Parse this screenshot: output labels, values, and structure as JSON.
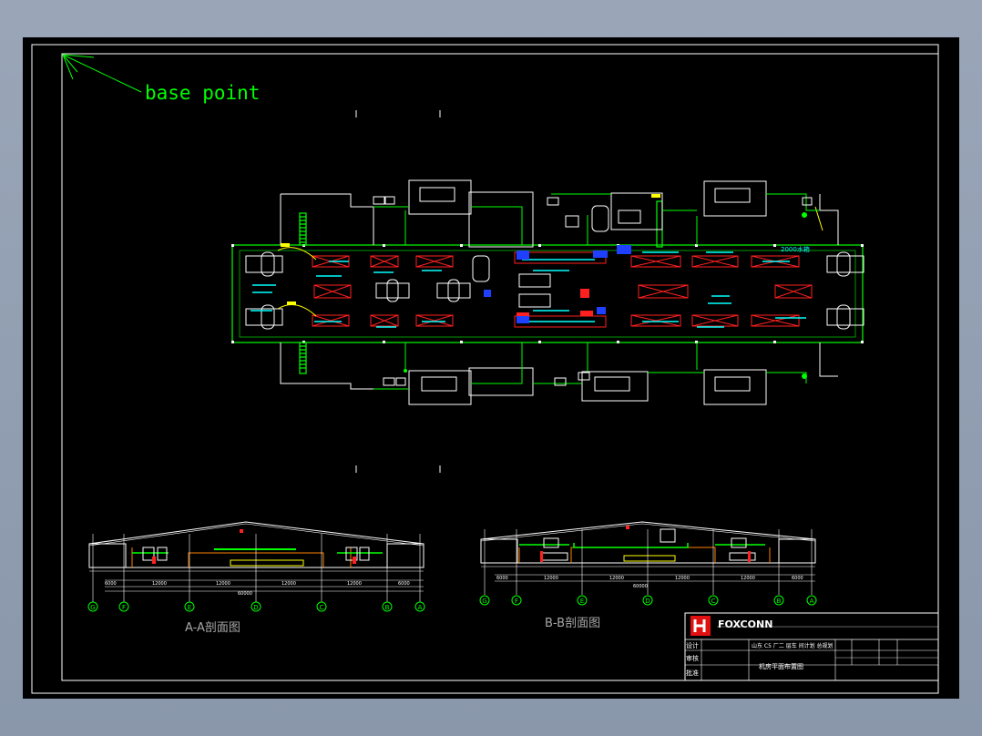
{
  "drawing": {
    "base_point_label": "base point",
    "section_aa_title": "A-A剖面图",
    "section_bb_title": "B-B剖面图",
    "aa_dims": [
      "6000",
      "12000",
      "12000",
      "12000",
      "12000",
      "6000"
    ],
    "aa_total": "60000",
    "bb_dims": [
      "6000",
      "12000",
      "12000",
      "12000",
      "12000",
      "6000"
    ],
    "bb_total": "60000",
    "axis_labels": [
      "G",
      "F",
      "E",
      "D",
      "C",
      "B",
      "A"
    ],
    "plan_note": "2000水箱"
  },
  "title_block": {
    "company": "FOXCONN",
    "row_labels": [
      "设计",
      "审核",
      "批准"
    ],
    "project": "山东 C5 厂二 层车 间计划 总规划",
    "drawing_name": "机房平面布置图"
  },
  "colors": {
    "background": "#000000",
    "frame": "#ffffff",
    "equipment": "#ffffff",
    "pipe_green": "#00ff00",
    "annotation_cyan": "#00ffff",
    "accent_red": "#ff2020",
    "accent_yellow": "#ffff00",
    "accent_blue": "#2040ff",
    "accent_orange": "#ff8000"
  }
}
